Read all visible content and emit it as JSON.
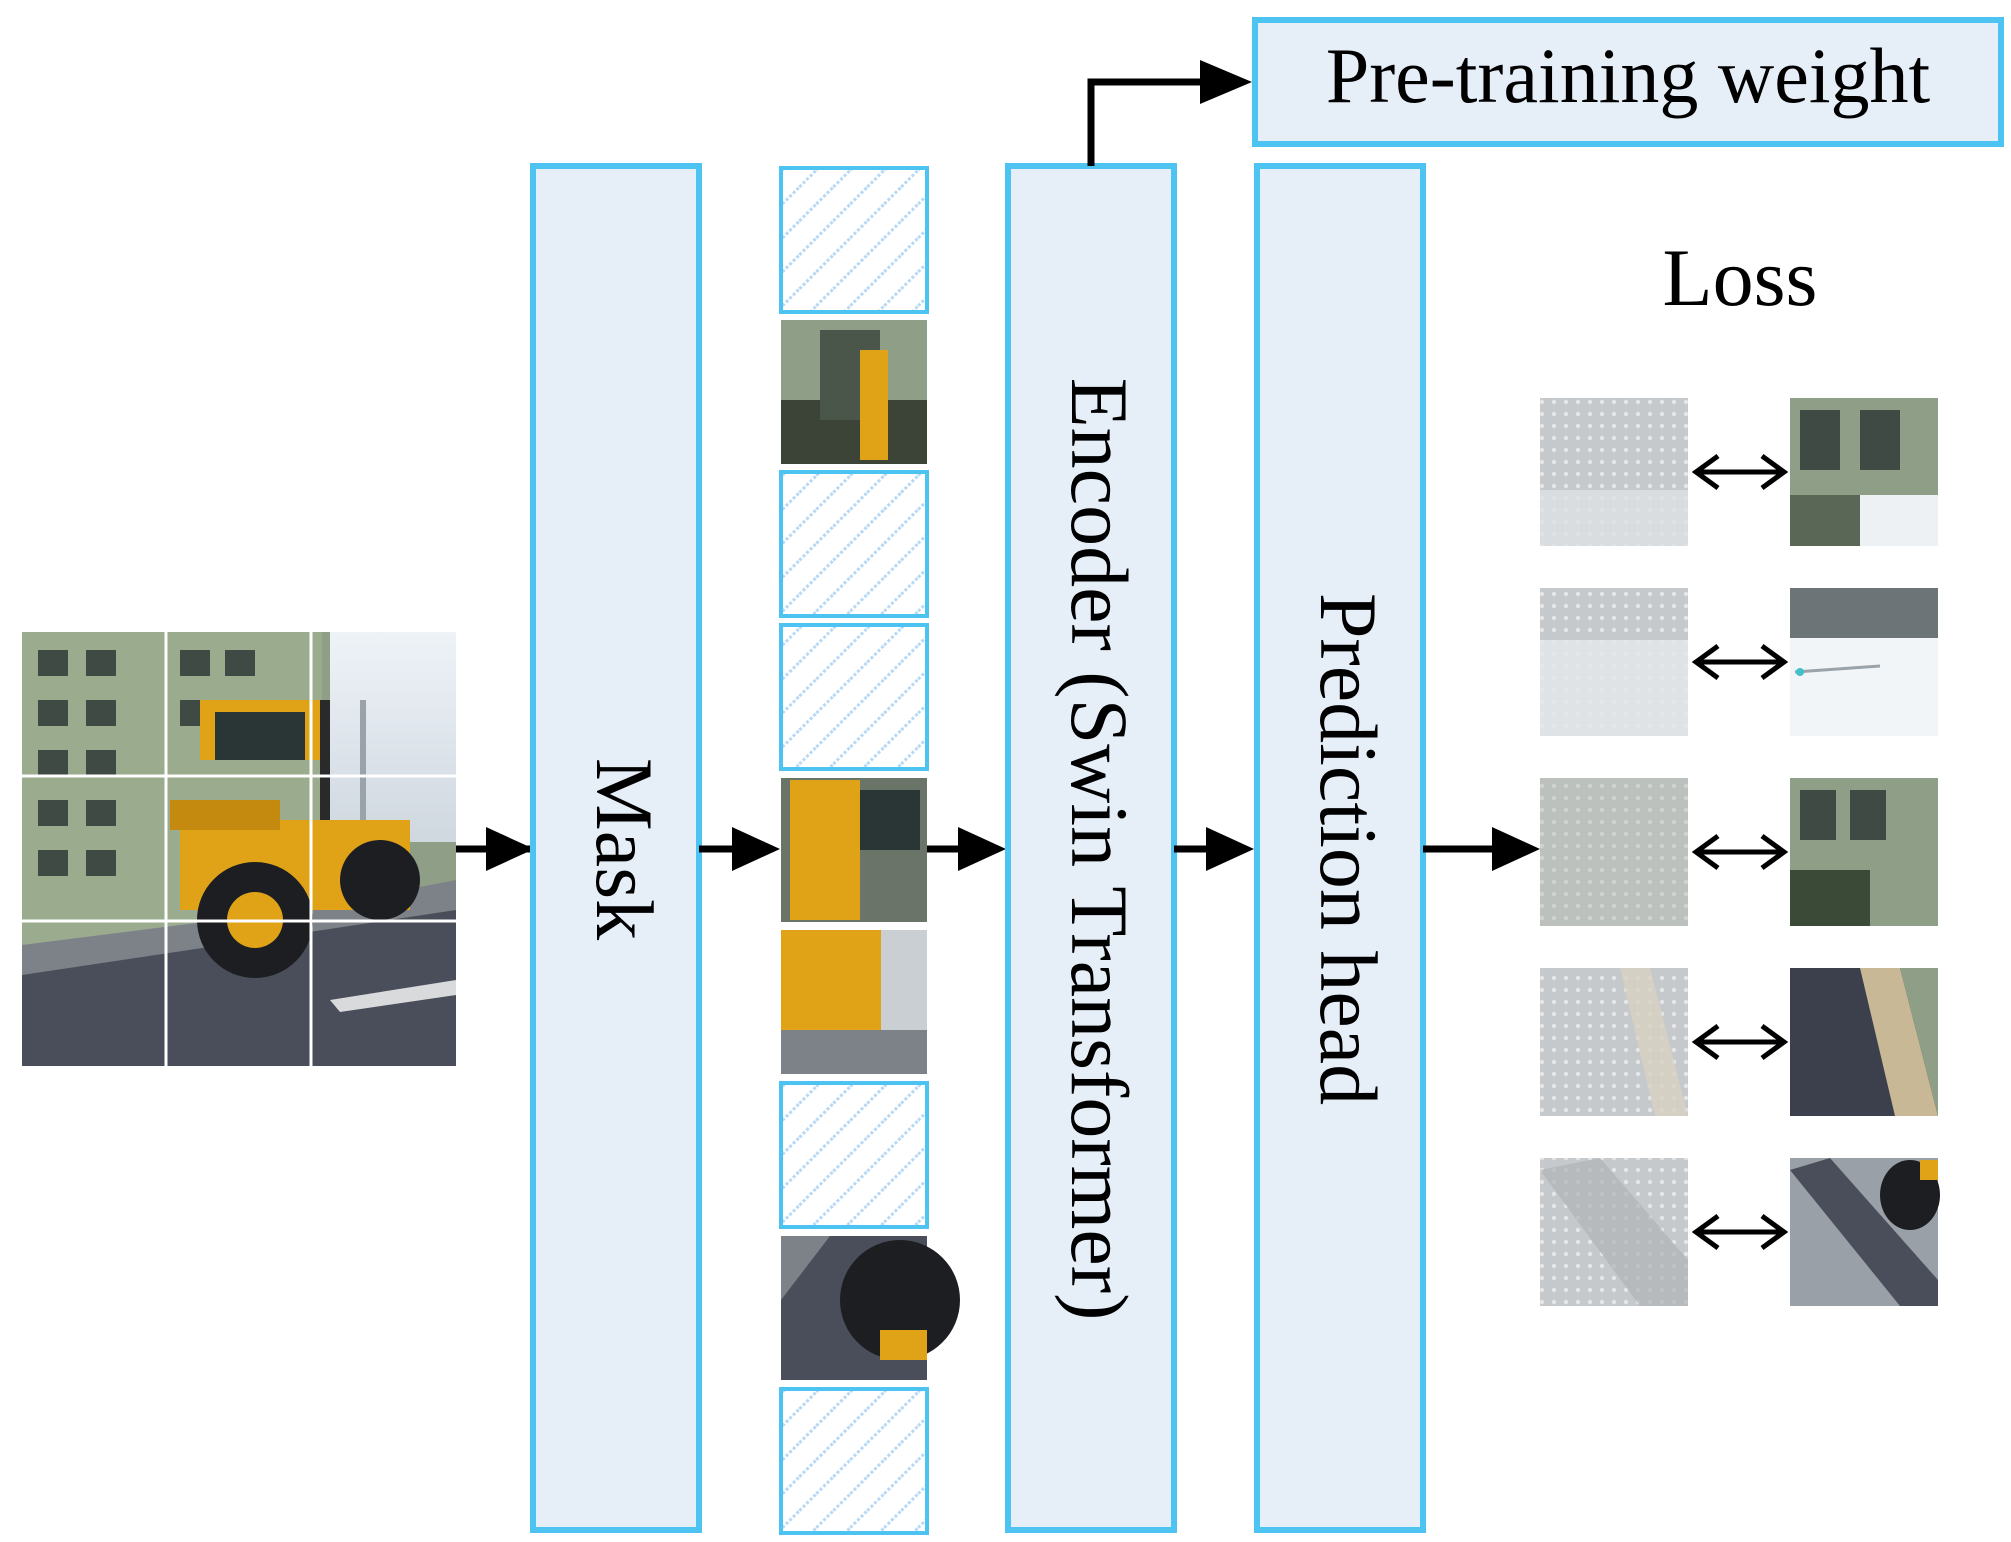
{
  "blocks": {
    "mask": "Mask",
    "encoder": "Encoder (Swin Transformer)",
    "prediction_head": "Prediction head",
    "pretraining_weight": "Pre-training weight"
  },
  "loss_label": "Loss",
  "colors": {
    "box_fill": "#e6eef8",
    "box_stroke": "#4cc3f0",
    "arrow": "#000000",
    "hatch": "#b7d9f5",
    "asphalt": "#4a4e5a",
    "roller_yellow": "#e0a318",
    "building": "#8f9e86"
  },
  "input_image": {
    "description": "road roller on asphalt, 3x3 patch grid"
  },
  "patch_sequence": [
    "masked",
    "image",
    "masked",
    "masked",
    "image",
    "image",
    "masked",
    "image",
    "masked"
  ],
  "loss_pairs": 5
}
